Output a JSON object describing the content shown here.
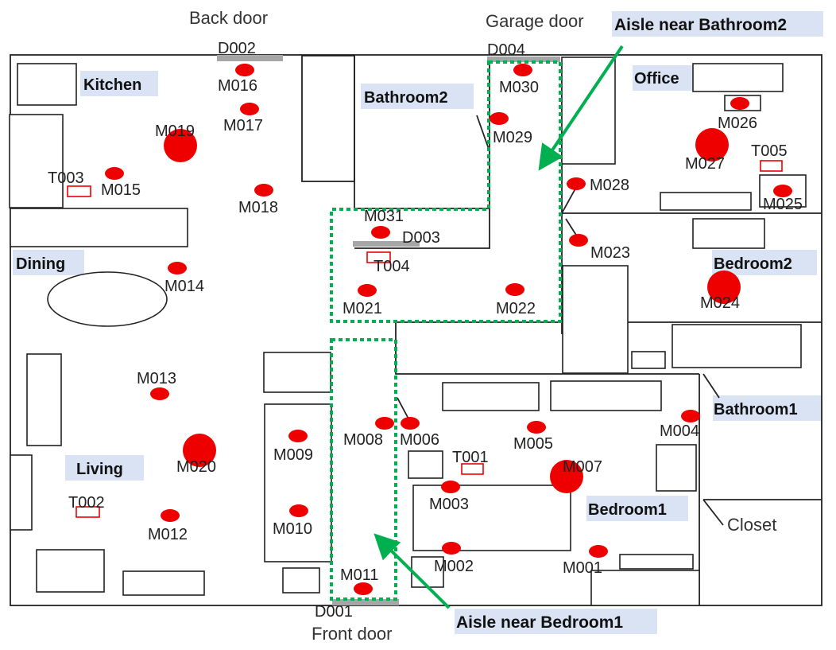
{
  "labels": {
    "back_door": "Back door",
    "garage_door": "Garage door",
    "front_door": "Front door",
    "closet": "Closet",
    "aisle_bathroom2": "Aisle near Bathroom2",
    "aisle_bedroom1": "Aisle near Bedroom1"
  },
  "rooms": {
    "kitchen": "Kitchen",
    "dining": "Dining",
    "living": "Living",
    "bathroom2": "Bathroom2",
    "office": "Office",
    "bedroom2": "Bedroom2",
    "bathroom1": "Bathroom1",
    "bedroom1": "Bedroom1"
  },
  "doors": {
    "d001": "D001",
    "d002": "D002",
    "d003": "D003",
    "d004": "D004"
  },
  "sensors": {
    "m001": "M001",
    "m002": "M002",
    "m003": "M003",
    "m004": "M004",
    "m005": "M005",
    "m006": "M006",
    "m007": "M007",
    "m008": "M008",
    "m009": "M009",
    "m010": "M010",
    "m011": "M011",
    "m012": "M012",
    "m013": "M013",
    "m014": "M014",
    "m015": "M015",
    "m016": "M016",
    "m017": "M017",
    "m018": "M018",
    "m019": "M019",
    "m020": "M020",
    "m021": "M021",
    "m022": "M022",
    "m023": "M023",
    "m024": "M024",
    "m025": "M025",
    "m026": "M026",
    "m027": "M027",
    "m028": "M028",
    "m029": "M029",
    "m030": "M030",
    "m031": "M031"
  },
  "temps": {
    "t001": "T001",
    "t002": "T002",
    "t003": "T003",
    "t004": "T004",
    "t005": "T005"
  },
  "colors": {
    "sensor": "#ee0000",
    "aisle": "#00b050",
    "room_bg": "#dae3f3",
    "door": "#a6a6a6"
  }
}
